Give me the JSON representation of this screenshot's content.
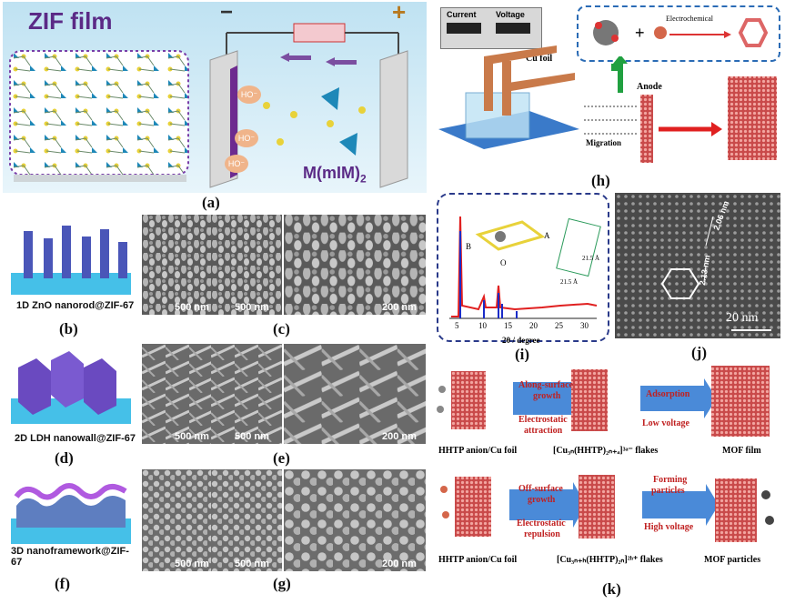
{
  "panel_a": {
    "title": "ZIF film",
    "label": "(a)",
    "species": "M(mIM)",
    "species_sub": "2",
    "ion1": "HO⁻",
    "ion2": "HO⁻",
    "ion3": "HO⁻",
    "minus": "−",
    "plus": "+"
  },
  "panel_h": {
    "label": "(h)",
    "current": "Current",
    "voltage": "Voltage",
    "cu_foil": "Cu foil",
    "anode": "Anode",
    "migration": "Migration",
    "electrochemical": "Electrochemical"
  },
  "panel_b": {
    "caption": "1D ZnO nanorod@ZIF-67",
    "label": "(b)"
  },
  "panel_c": {
    "label": "(c)",
    "scale1": "500 nm",
    "scale2": "500 nm",
    "scale3": "200 nm"
  },
  "panel_d": {
    "caption": "2D LDH nanowall@ZIF-67",
    "label": "(d)"
  },
  "panel_e": {
    "label": "(e)",
    "scale1": "500 nm",
    "scale2": "500 nm",
    "scale3": "200 nm"
  },
  "panel_f": {
    "caption": "3D nanoframework@ZIF-67",
    "label": "(f)"
  },
  "panel_g": {
    "label": "(g)",
    "scale1": "500 nm",
    "scale2": "500 nm",
    "scale3": "200 nm"
  },
  "panel_i": {
    "label": "(i)",
    "xlabel": "2θ / degree",
    "ticks": [
      "5",
      "10",
      "15",
      "20",
      "25",
      "30"
    ],
    "b": "B",
    "a": "A",
    "o": "O",
    "dim1": "21.5 Å",
    "dim2": "21.5 Å"
  },
  "panel_j": {
    "label": "(j)",
    "d1": "2.06 nm",
    "d2": "2.13 nm",
    "scale": "20 nm"
  },
  "panel_k": {
    "label": "(k)",
    "top_arrow1_a": "Along-surface",
    "top_arrow1_b": "growth",
    "top_arrow1_c": "Electrostatic",
    "top_arrow1_d": "attraction",
    "top_arrow2_a": "Adsorption",
    "top_arrow2_b": "Low voltage",
    "top_cap1": "HHTP anion/Cu foil",
    "top_cap2": "[Cu₃ₙ(HHTP)₂ₙ₊ₐ]³ᵃ⁻ flakes",
    "top_cap3": "MOF film",
    "bot_arrow1_a": "Off-surface",
    "bot_arrow1_b": "growth",
    "bot_arrow1_c": "Electrostatic",
    "bot_arrow1_d": "repulsion",
    "bot_arrow2_a": "Forming",
    "bot_arrow2_b": "particles",
    "bot_arrow2_c": "High voltage",
    "bot_cap1": "HHTP anion/Cu foil",
    "bot_cap2": "[Cu₃ₙ₊ₕ(HHTP)₂ₙ]²ʰ⁺ flakes",
    "bot_cap3": "MOF particles"
  }
}
